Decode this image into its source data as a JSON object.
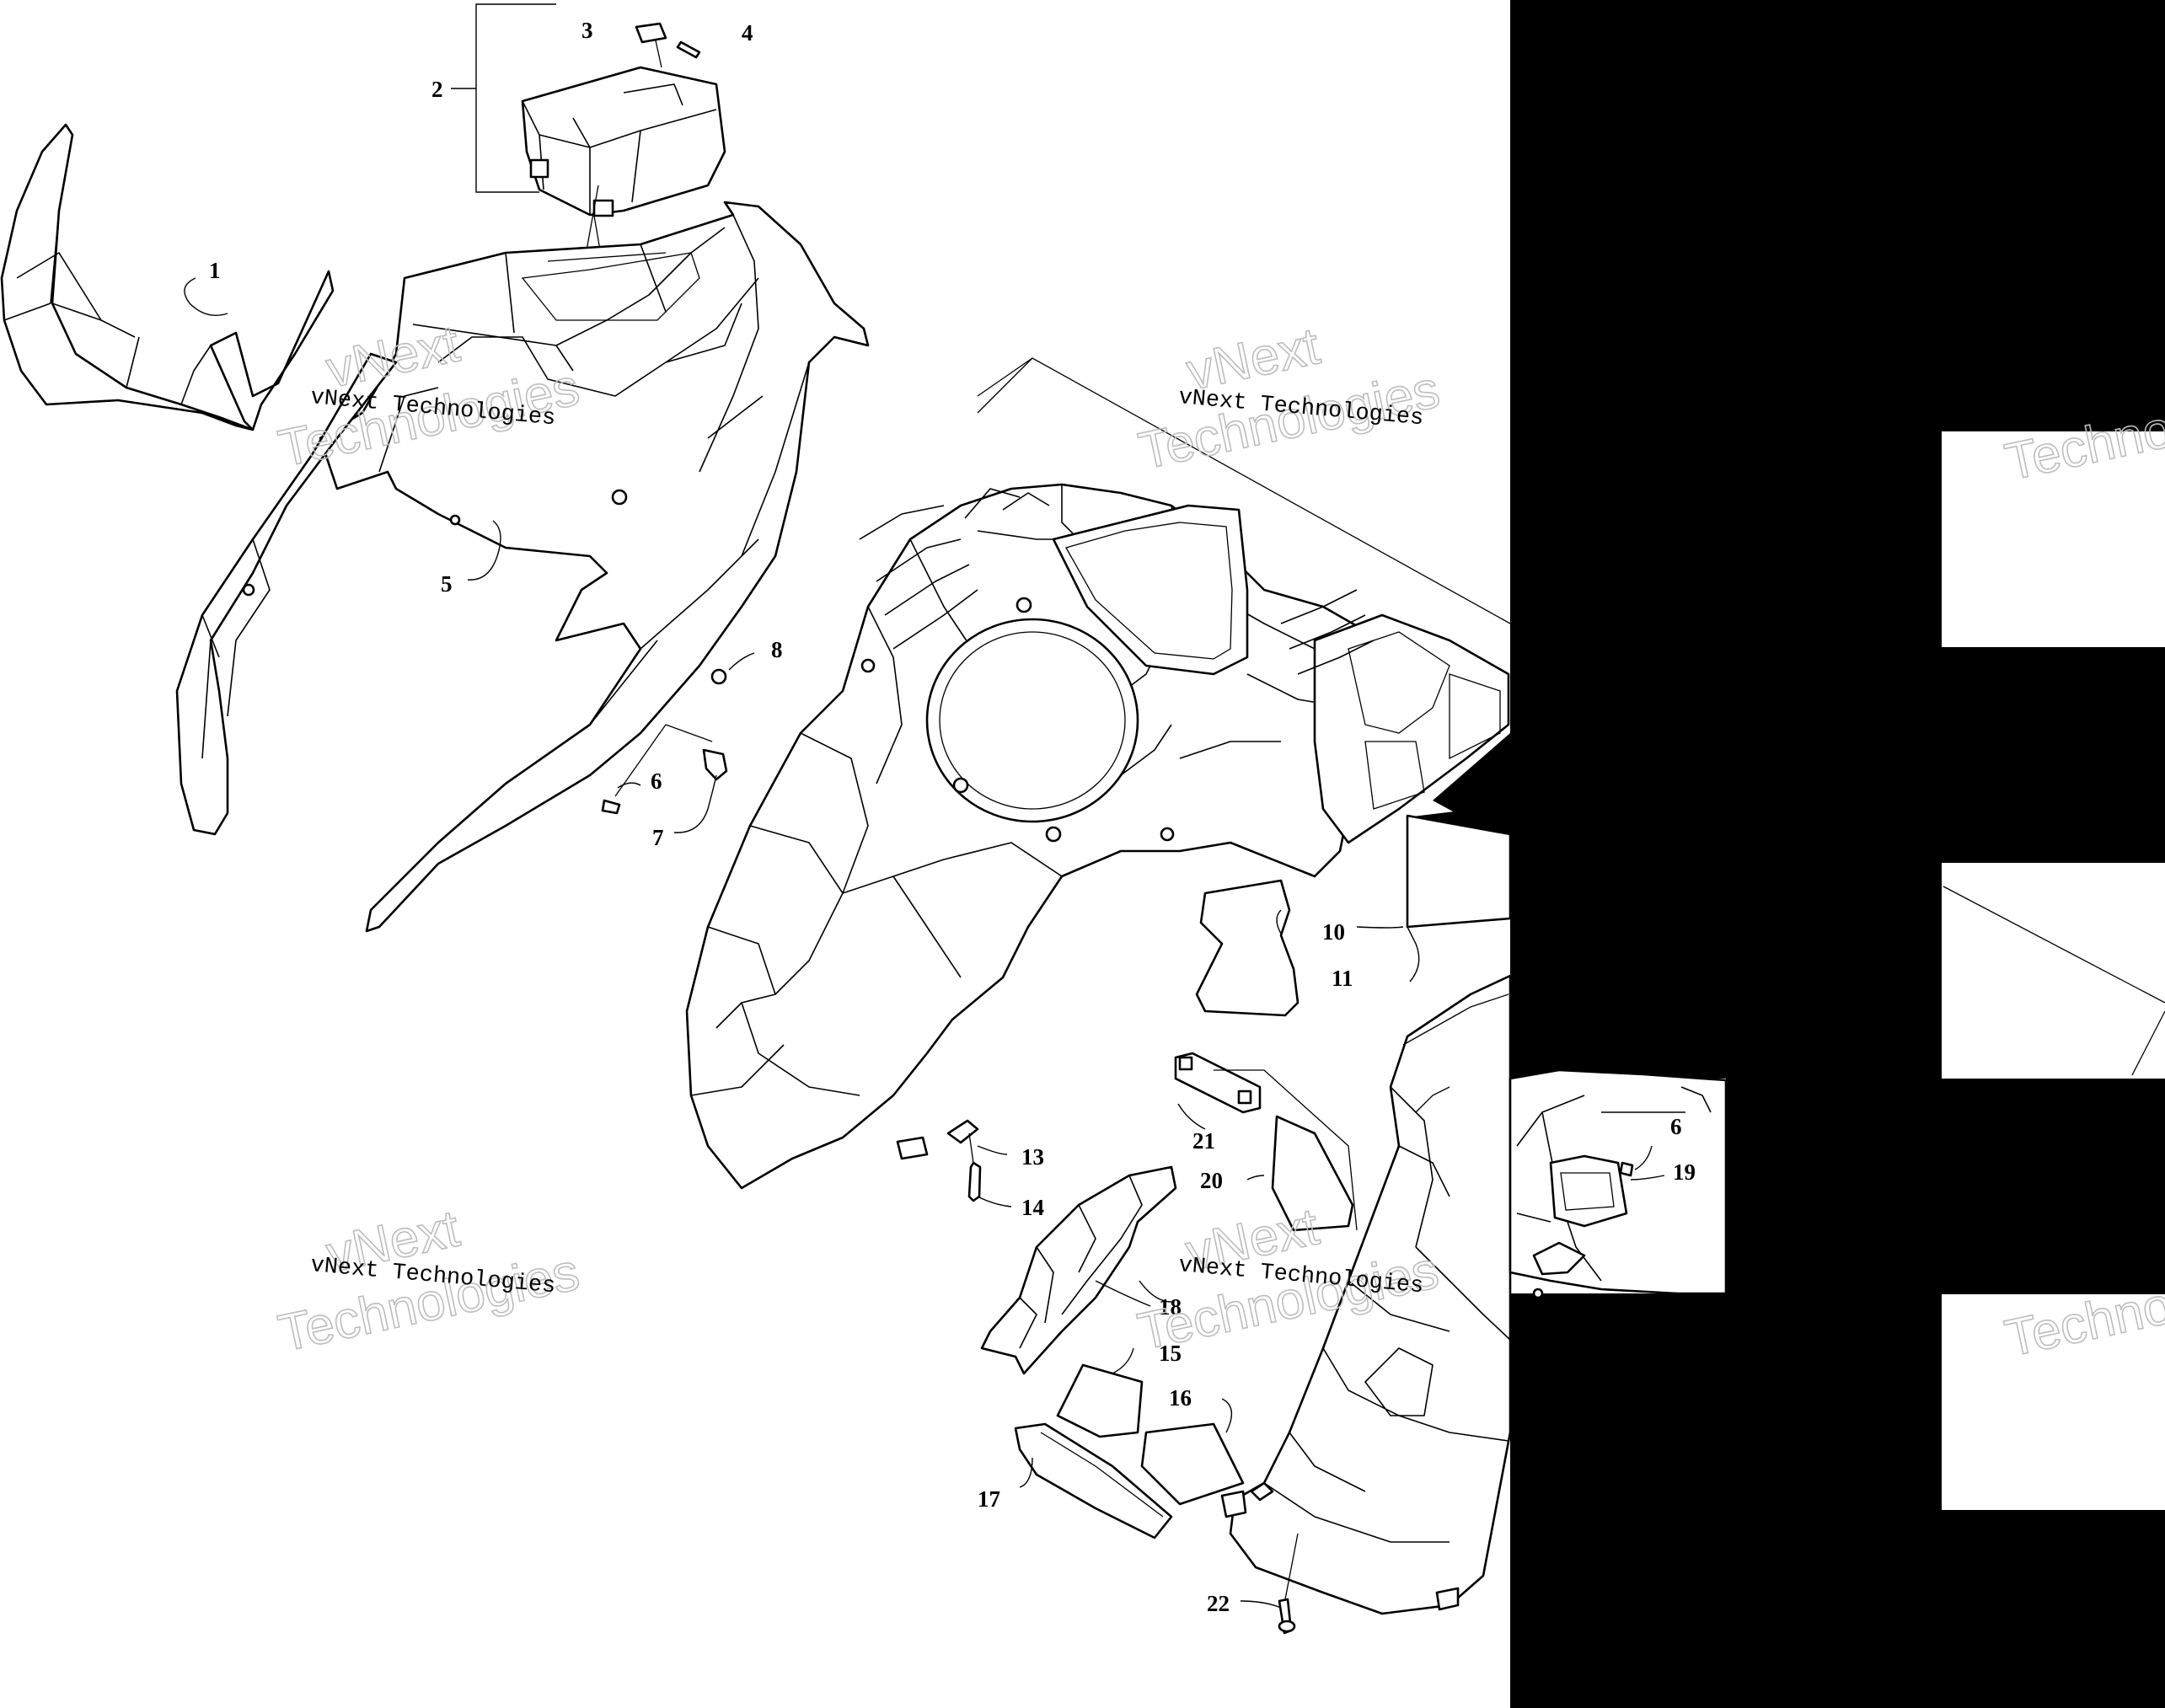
{
  "diagram": {
    "watermark_text": "vNext Technologies",
    "watermark_ghost_top": "vNext",
    "watermark_ghost_bottom": "Technologies",
    "watermark_ghost_edge": "Techno",
    "callouts": [
      "1",
      "2",
      "3",
      "4",
      "5",
      "6",
      "7",
      "8",
      "10",
      "11",
      "13",
      "14",
      "21",
      "20",
      "18",
      "15",
      "16",
      "17",
      "22",
      "6",
      "19"
    ]
  }
}
